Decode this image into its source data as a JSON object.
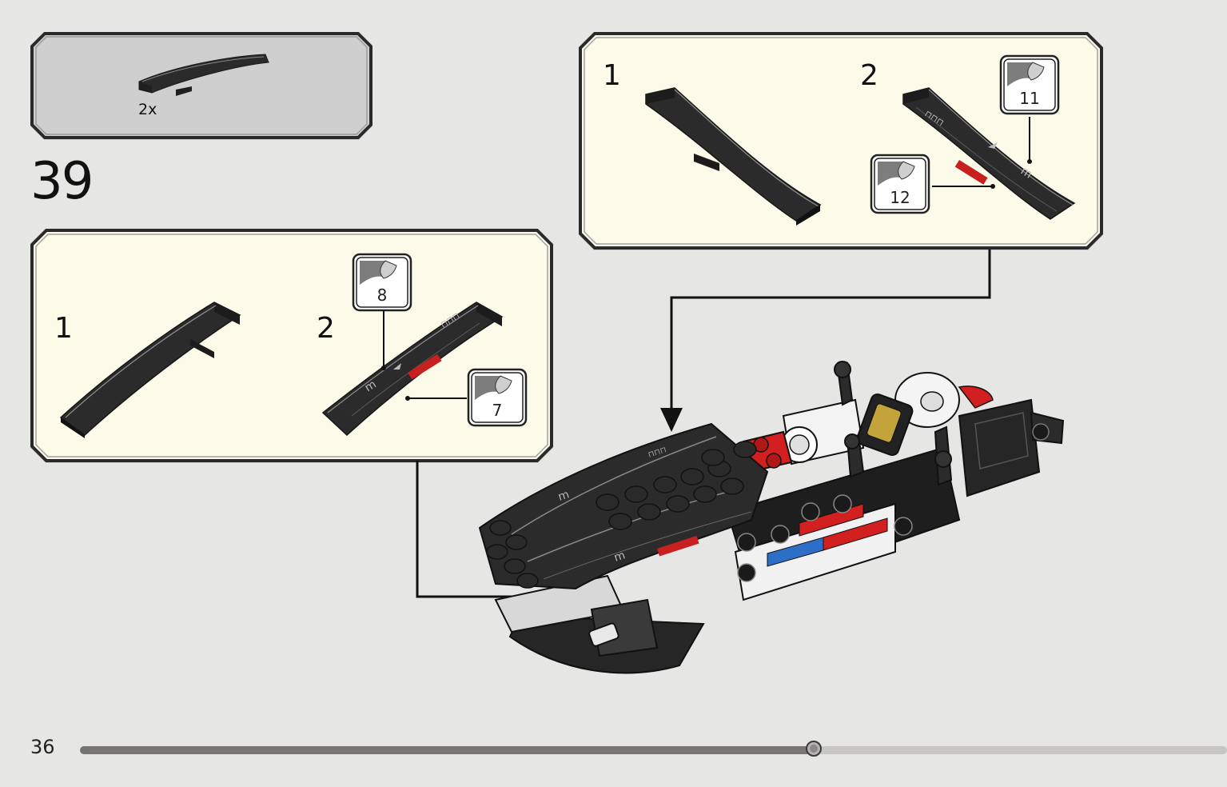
{
  "parts_callout": {
    "quantity_label": "2x"
  },
  "step": {
    "number": "39"
  },
  "left_substep_box": {
    "step_1_label": "1",
    "step_2_label": "2",
    "sticker_top_label": "8",
    "sticker_bottom_label": "7"
  },
  "right_substep_box": {
    "step_1_label": "1",
    "step_2_label": "2",
    "sticker_top_label": "11",
    "sticker_bottom_label": "12"
  },
  "footer": {
    "page_number": "36",
    "progress_percent": 64
  },
  "colors": {
    "page_background": "#e6e6e5",
    "parts_box_fill": "#cfcfcf",
    "substep_box_fill": "#fcfbea",
    "brick_black": "#2b2b2b",
    "accent_red": "#d21f1f",
    "accent_blue": "#2d6fc8"
  },
  "icons": [
    "sticker-icon",
    "arrow-icon",
    "progress-knob-icon"
  ]
}
